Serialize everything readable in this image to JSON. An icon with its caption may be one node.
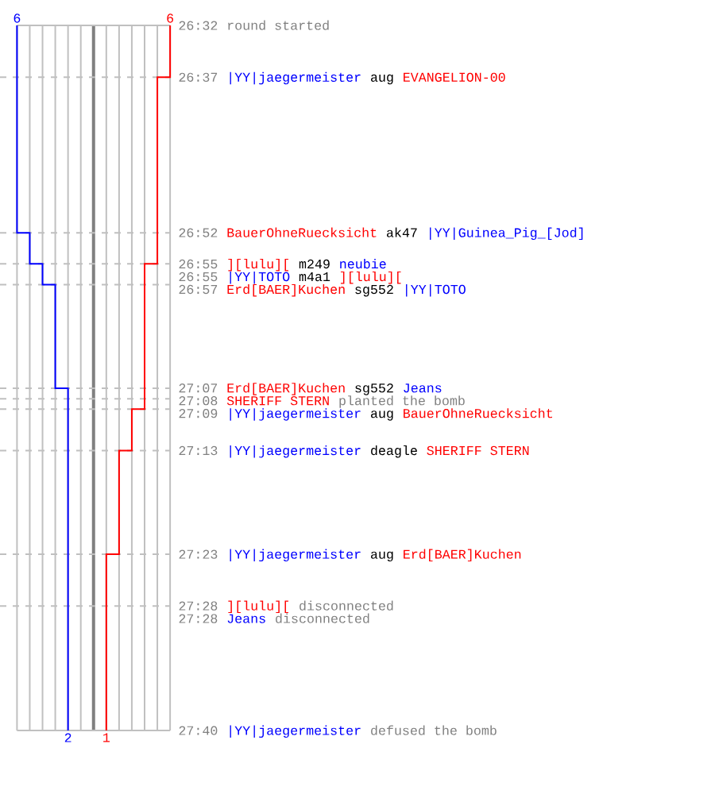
{
  "diagram": {
    "labels": [
      "6",
      "6",
      "26:32",
      "round started",
      "26:37",
      "|YY|jaegermeister",
      "aug",
      "EVANGELION-00",
      "26:52",
      "BauerOhneRuecksicht",
      "ak47",
      "|YY|Guinea_Pig_[Jod]",
      "26:55",
      "][lulu][",
      "m249",
      "neubie",
      "26:55",
      "|YY|TOTO",
      "m4a1",
      "][lulu][",
      "26:57",
      "Erd[BAER]Kuchen",
      "sg552",
      "|YY|TOTO",
      "27:07",
      "Erd[BAER]Kuchen",
      "sg552",
      "Jeans",
      "27:08",
      "SHERIFF STERN",
      "planted the bomb",
      "27:09",
      "|YY|jaegermeister",
      "aug",
      "BauerOhneRuecksicht",
      "27:13",
      "|YY|jaegermeister",
      "deagle",
      "SHERIFF STERN",
      "27:23",
      "|YY|jaegermeister",
      "aug",
      "Erd[BAER]Kuchen",
      "27:28",
      "][lulu][",
      "disconnected",
      "27:28",
      "Jeans",
      "disconnected",
      "27:40",
      "|YY|jaegermeister",
      "defused the bomb",
      "2",
      "1"
    ]
  }
}
